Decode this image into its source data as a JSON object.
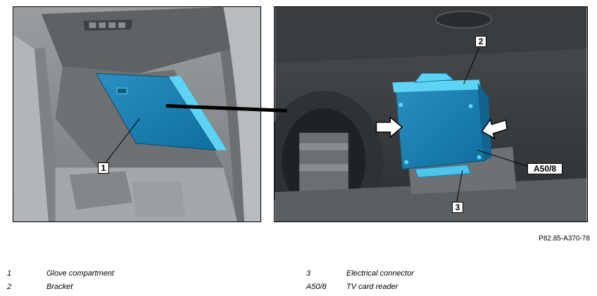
{
  "figure": {
    "reference_code": "P82.85-A370-78",
    "callouts": {
      "c1": "1",
      "c2": "2",
      "c3": "3",
      "ca50": "A50/8"
    }
  },
  "legend": [
    {
      "number": "1",
      "label": "Glove compartment"
    },
    {
      "number": "2",
      "label": "Bracket"
    },
    {
      "number": "3",
      "label": "Electrical connector"
    },
    {
      "number": "A50/8",
      "label": "TV card reader"
    }
  ],
  "colors": {
    "highlight": "#1f8fc4",
    "highlight_edge": "#5fd3f3",
    "background_gray": "#8a8d90"
  }
}
